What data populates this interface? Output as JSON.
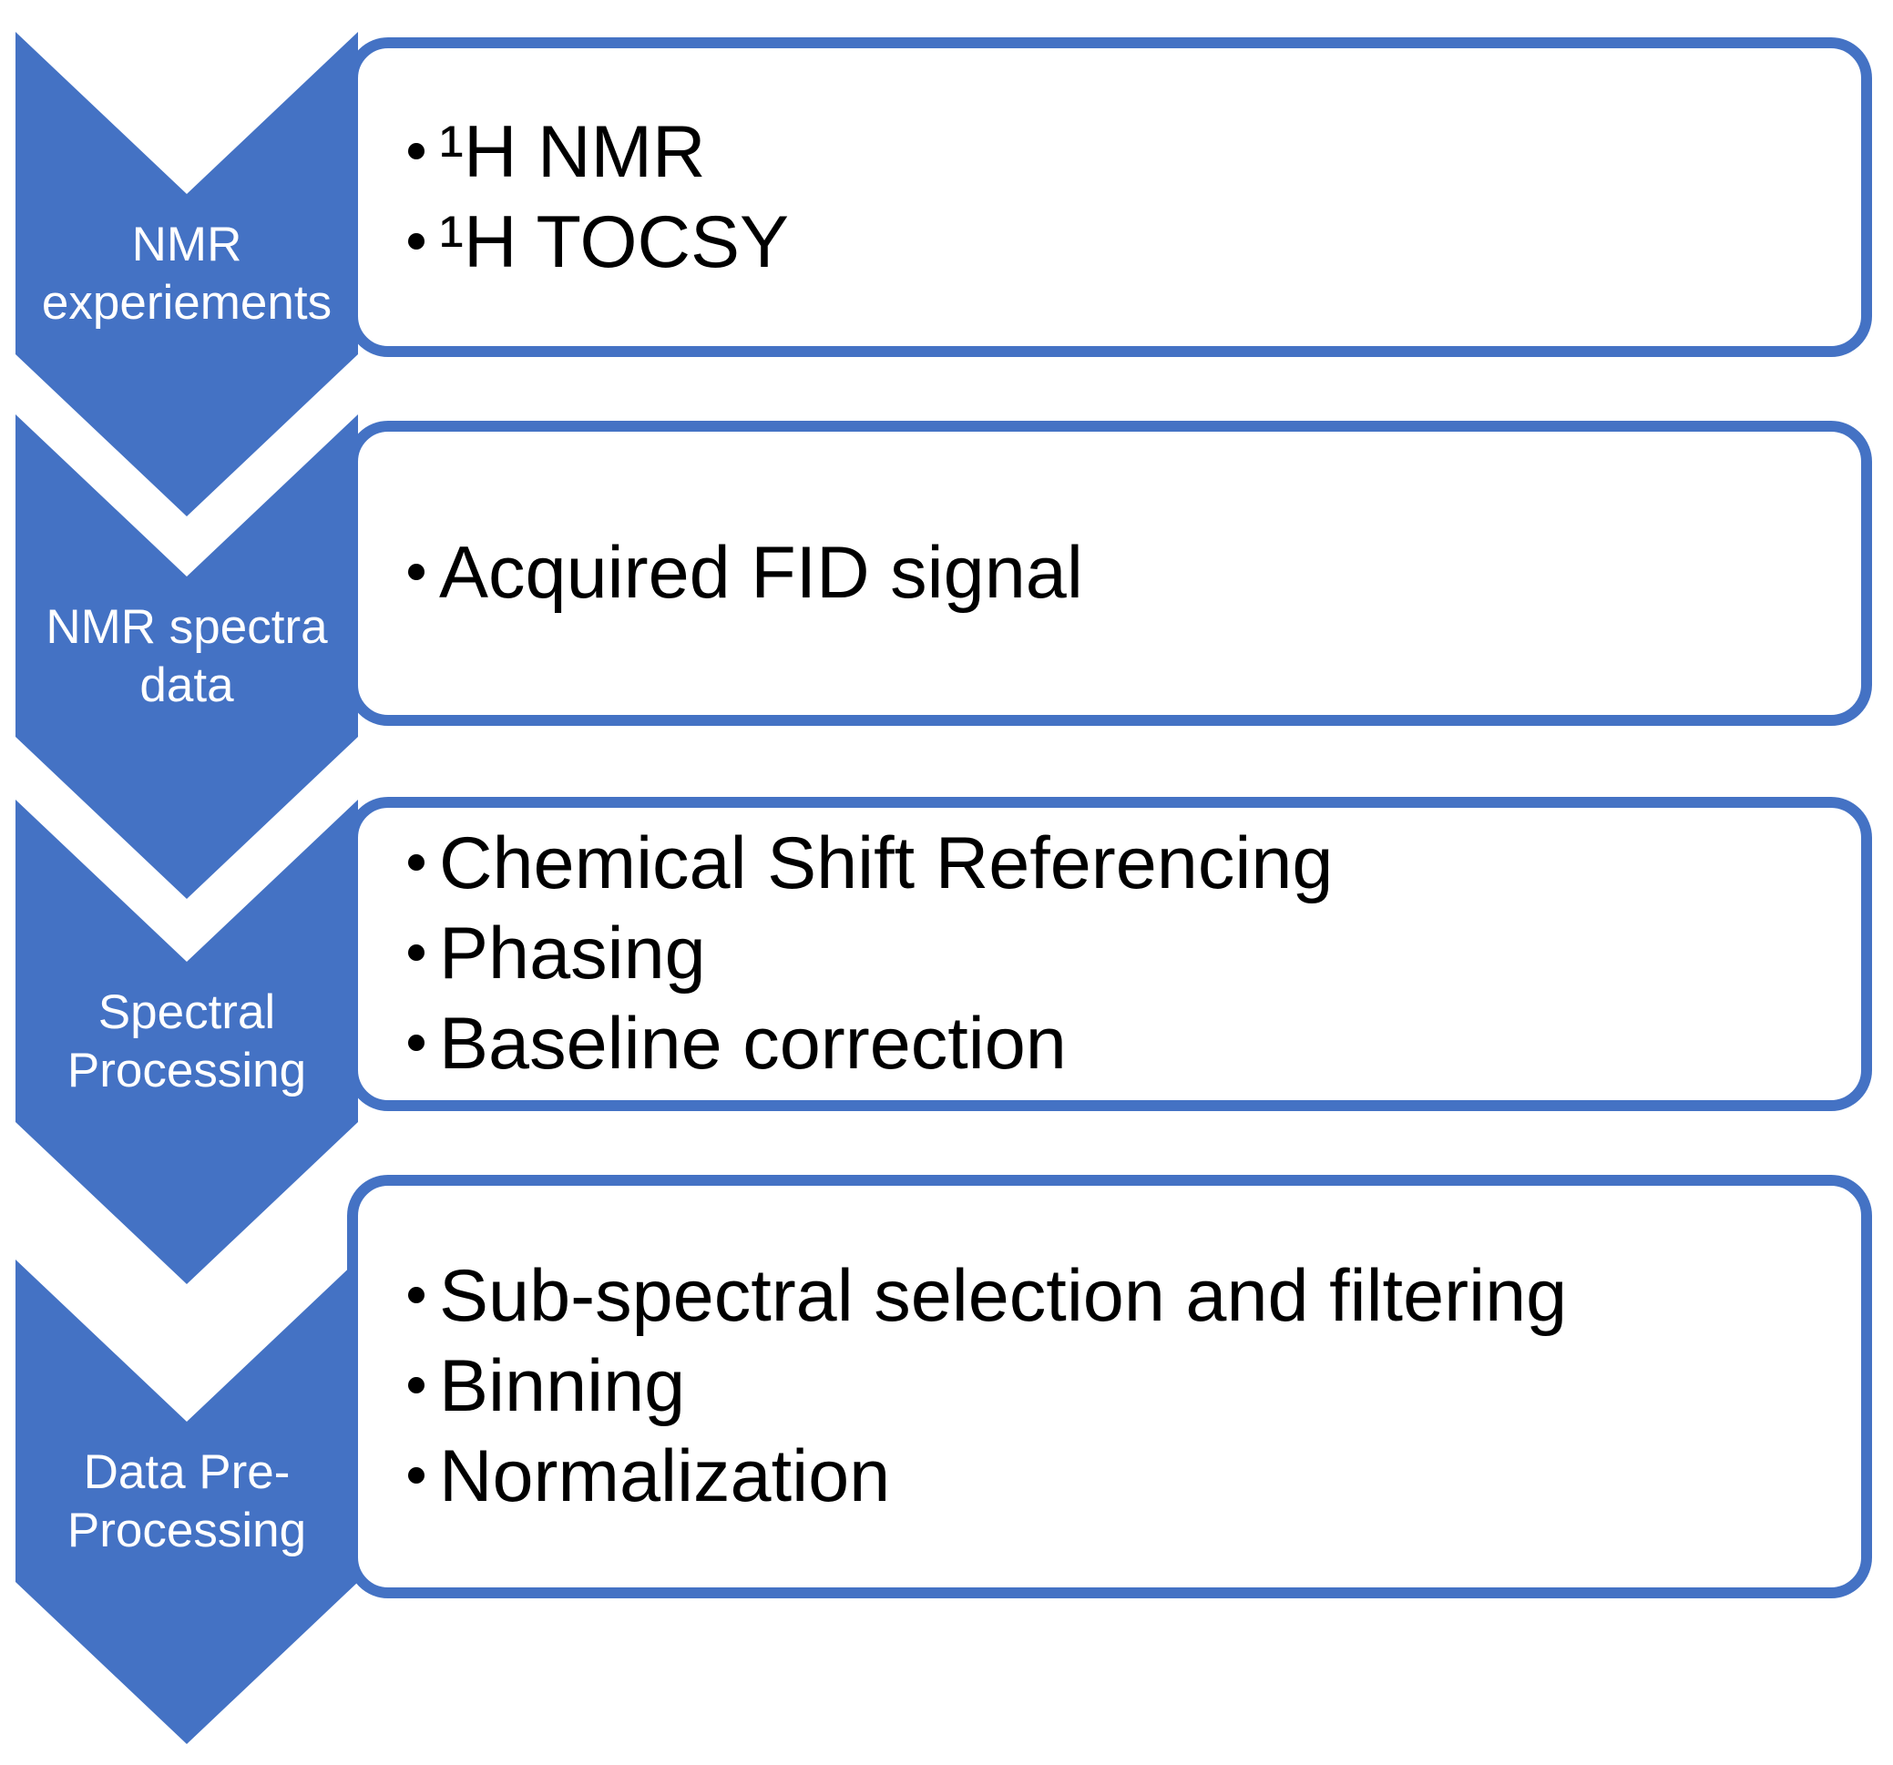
{
  "diagram": {
    "type": "vertical-chevron-list",
    "description": "NMR metabolomics data workflow"
  },
  "colors": {
    "accent_blue": "#4472C4",
    "panel_background": "#FFFFFF",
    "panel_border": "#4472C4",
    "chevron_fill": "#4472C4",
    "chevron_text": "#FFFFFF",
    "bullet_text": "#000000",
    "page_background": "#FFFFFF"
  },
  "steps": [
    {
      "label": "NMR experiements",
      "label_lines": [
        "NMR",
        "experiements"
      ],
      "bullets": [
        "¹H NMR",
        "¹H TOCSY"
      ]
    },
    {
      "label": "NMR spectra data",
      "label_lines": [
        "NMR spectra",
        "data"
      ],
      "bullets": [
        "Acquired FID signal"
      ]
    },
    {
      "label": "Spectral Processing",
      "label_lines": [
        "Spectral",
        "Processing"
      ],
      "bullets": [
        "Chemical Shift Referencing",
        "Phasing",
        "Baseline correction"
      ]
    },
    {
      "label": "Data Pre-Processing",
      "label_lines": [
        "Data Pre-",
        "Processing"
      ],
      "bullets": [
        "Sub-spectral selection and filtering",
        "Binning",
        "Normalization"
      ]
    }
  ]
}
